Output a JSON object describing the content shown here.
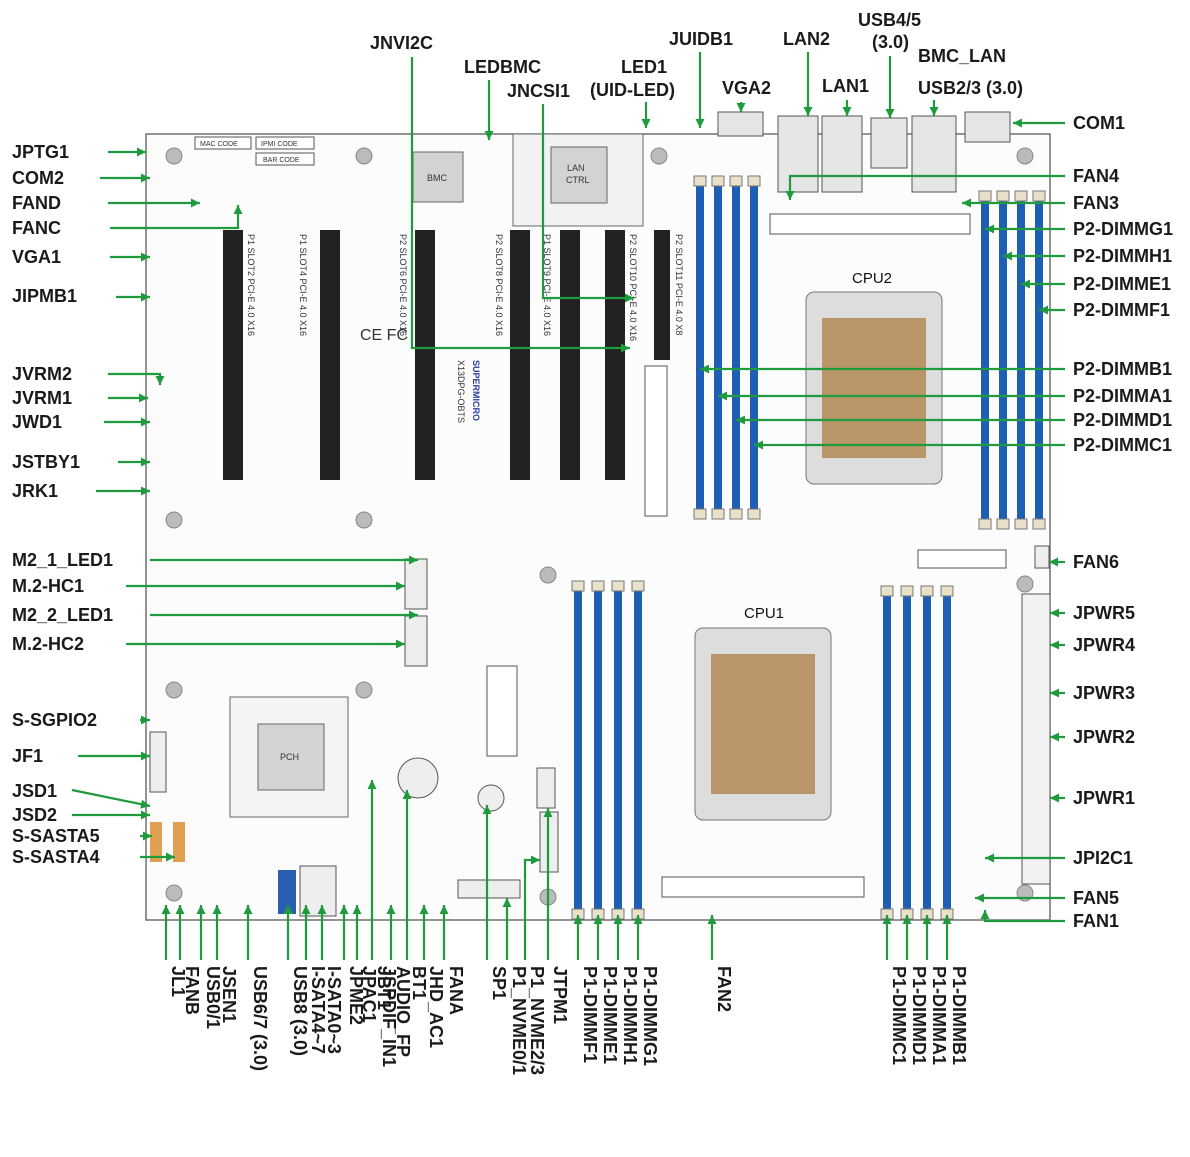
{
  "board": {
    "model": "X13DPG-OBTS",
    "brand": "SUPERMICRO",
    "cpu1": "CPU1",
    "cpu2": "CPU2",
    "bmc_chip": "BMC",
    "lan_ctrl": "LAN CTRL",
    "pch": "PCH",
    "mac_code": "MAC CODE",
    "ipmi_code": "IPMI CODE",
    "bar_code": "BAR CODE",
    "ce_mark": "CE FC",
    "slots": [
      "P1 SLOT2 PCI-E 4.0 X16",
      "P1 SLOT4 PCI-E 4.0 X16",
      "P2 SLOT6 PCI-E 4.0 X16",
      "P2 SLOT8 PCI-E 4.0 X16",
      "P1 SLOT9 PCI-E 4.0 X16",
      "P2 SLOT10 PCI-E 4.0 X16",
      "P2 SLOT11 PCI-E 4.0 X8"
    ],
    "p2_dimm_left": [
      "P2-DIMMB1",
      "P2-DIMMA1",
      "P2-DIMMD1",
      "P2-DIMMC1"
    ],
    "p2_dimm_right": [
      "P2-DIMMG1",
      "P2-DIMMH1",
      "P2-DIMME1",
      "P2-DIMMF1"
    ],
    "p1_dimm_left": [
      "P1-DIMMF1",
      "P1-DIMME1",
      "P1-DIMMH1",
      "P1-DIMMG1"
    ],
    "p1_dimm_right": [
      "P1-DIMMB1",
      "P1-DIMMA1",
      "P1-DIMMD1",
      "P1-DIMMC1"
    ]
  },
  "labels_left": [
    "JPTG1",
    "COM2",
    "FAND",
    "FANC",
    "VGA1",
    "JIPMB1",
    "JVRM2",
    "JVRM1",
    "JWD1",
    "JSTBY1",
    "JRK1",
    "M2_1_LED1",
    "M.2-HC1",
    "M2_2_LED1",
    "M.2-HC2",
    "S-SGPIO2",
    "JF1",
    "JSD1",
    "JSD2",
    "S-SASTA5",
    "S-SASTA4"
  ],
  "labels_right": [
    "COM1",
    "FAN4",
    "FAN3",
    "P2-DIMMG1",
    "P2-DIMMH1",
    "P2-DIMME1",
    "P2-DIMMF1",
    "P2-DIMMB1",
    "P2-DIMMA1",
    "P2-DIMMD1",
    "P2-DIMMC1",
    "FAN6",
    "JPWR5",
    "JPWR4",
    "JPWR3",
    "JPWR2",
    "JPWR1",
    "JPI2C1",
    "FAN5",
    "FAN1"
  ],
  "labels_top": [
    "JNVI2C",
    "LEDBMC",
    "JNCSI1",
    "LED1",
    "(UID-LED)",
    "JUIDB1",
    "VGA2",
    "LAN2",
    "LAN1",
    "USB4/5",
    "(3.0)",
    "BMC_LAN",
    "USB2/3 (3.0)"
  ],
  "labels_bottom": [
    "JL1",
    "FANB",
    "USB0/1",
    "JSEN1",
    "USB6/7 (3.0)",
    "USB8 (3.0)",
    "I-SATA4~7",
    "I-SATA0~3",
    "JPME2",
    "JPAC1",
    "JBT1",
    "JSPDIF_IN1",
    "BT1",
    "AUDIO_FP",
    "JHD_AC1",
    "FANA",
    "SP1",
    "P1_NVME0/1",
    "P1_NVME2/3",
    "JTPM1",
    "P1-DIMMF1",
    "P1-DIMME1",
    "P1-DIMMH1",
    "P1-DIMMG1",
    "FAN2",
    "P1-DIMMC1",
    "P1-DIMMD1",
    "P1-DIMMA1",
    "P1-DIMMB1"
  ],
  "colors": {
    "leader": "#1f9a3d",
    "dimm": "#1f5fb3",
    "sata": "#e0a050",
    "socket": "#b8966a",
    "usb": "#2a5fb0"
  }
}
